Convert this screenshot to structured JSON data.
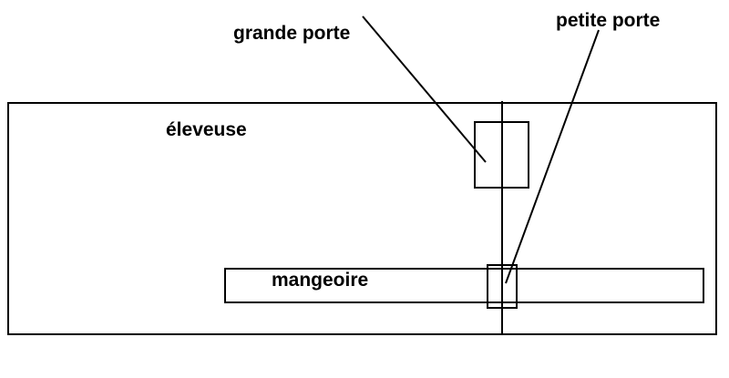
{
  "labels": {
    "grande_porte": "grande porte",
    "petite_porte": "petite porte",
    "eleveuse": "éleveuse",
    "mangeoire": "mangeoire"
  },
  "colors": {
    "stroke": "#000000",
    "background": "#ffffff"
  }
}
